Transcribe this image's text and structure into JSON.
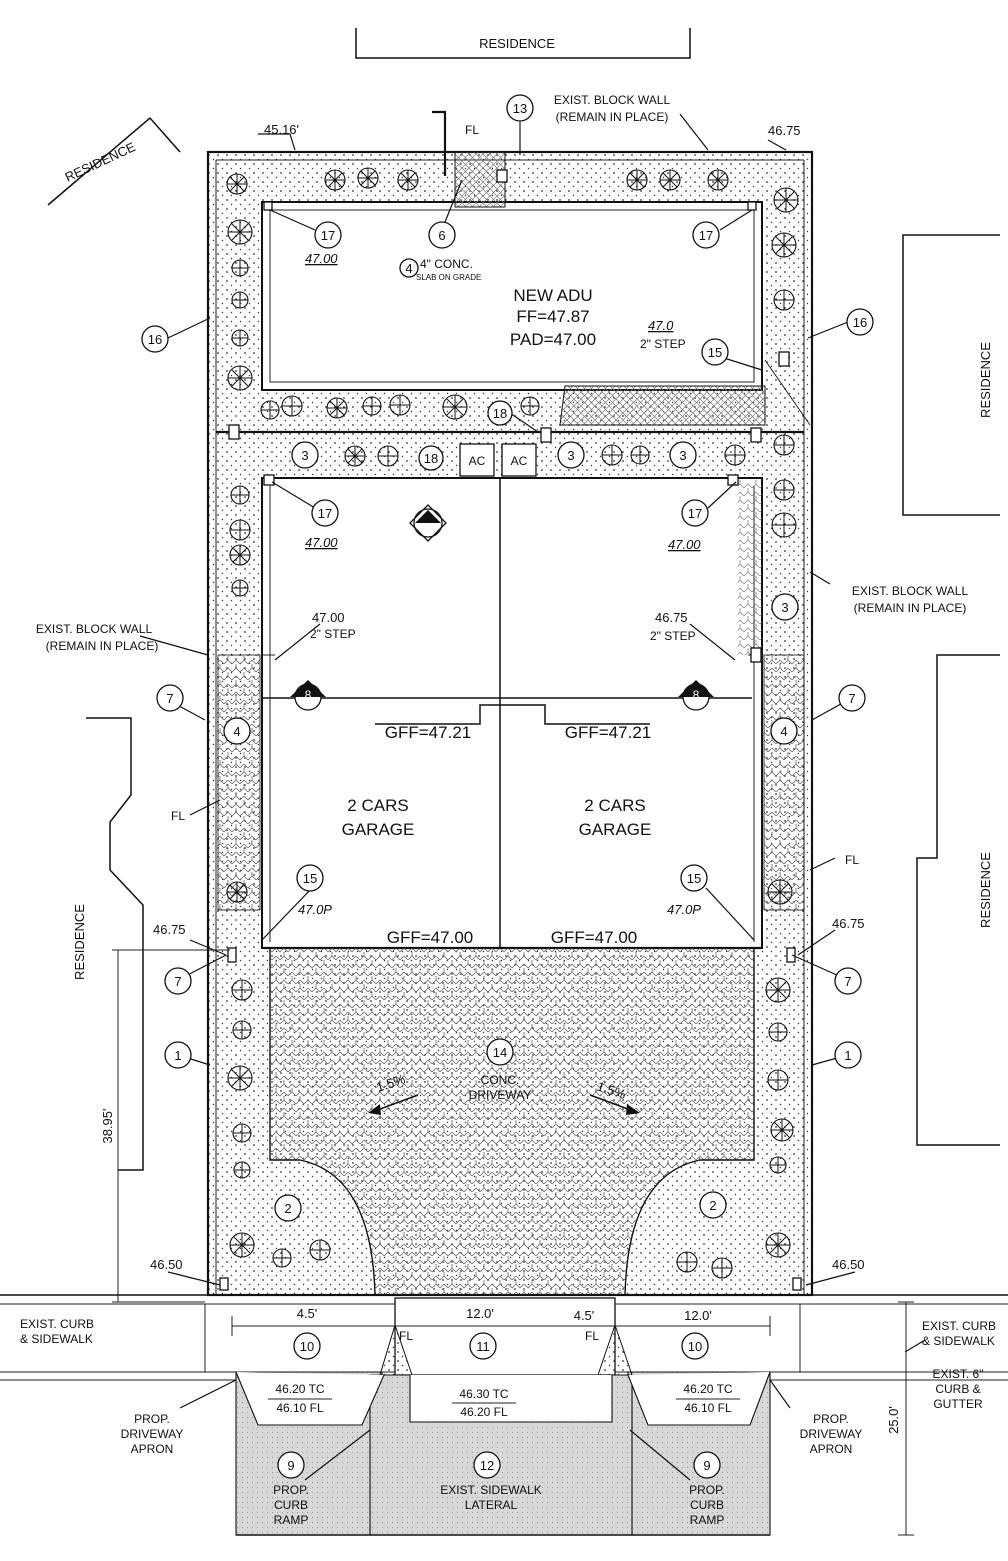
{
  "labels": {
    "residence_top": "RESIDENCE",
    "residence_topleft": "RESIDENCE",
    "residence_right_upper": "RESIDENCE",
    "residence_right_lower": "RESIDENCE",
    "residence_left": "RESIDENCE",
    "exist_block_wall_top_1": "EXIST. BLOCK WALL",
    "exist_block_wall_top_2": "(REMAIN IN PLACE)",
    "exist_block_wall_left_1": "EXIST. BLOCK WALL",
    "exist_block_wall_left_2": "(REMAIN IN PLACE)",
    "exist_block_wall_right_1": "EXIST. BLOCK WALL",
    "exist_block_wall_right_2": "(REMAIN IN PLACE)",
    "fl_top": "FL",
    "fl_left": "FL",
    "fl_right": "FL",
    "fl_apron_left": "FL",
    "fl_apron_right": "FL",
    "elev_top_left": "45.16'",
    "elev_top_right": "46.75",
    "adu_title": "NEW ADU",
    "adu_ff": "FF=47.87",
    "adu_pad": "PAD=47.00",
    "slab_1": "4\" CONC.",
    "slab_2": "SLAB ON GRADE",
    "adu_elev_left": "47.00",
    "adu_step_elev": "47.0",
    "adu_step": "2\" STEP",
    "ac_1": "AC",
    "ac_2": "AC",
    "garage_elev_left": "47.00",
    "garage_elev_right": "47.00",
    "step_left_elev": "47.00",
    "step_left": "2\" STEP",
    "step_right_elev": "46.75",
    "step_right": "2\" STEP",
    "gff_left_upper": "GFF=47.21",
    "gff_right_upper": "GFF=47.21",
    "garage_left_1": "2 CARS",
    "garage_left_2": "GARAGE",
    "garage_right_1": "2 CARS",
    "garage_right_2": "GARAGE",
    "p_left": "47.0P",
    "p_right": "47.0P",
    "gff_left_lower": "GFF=47.00",
    "gff_right_lower": "GFF=47.00",
    "elev_mid_left": "46.75",
    "elev_mid_right": "46.75",
    "dim_vertical_left": "38.95'",
    "driveway_1": "CONC.",
    "driveway_2": "DRIVEWAY",
    "slope_left": "1.5%",
    "slope_right": "1.5%",
    "elev_bottom_left": "46.50",
    "elev_bottom_right": "46.50",
    "curb_left_1": "EXIST. CURB",
    "curb_left_2": "& SIDEWALK",
    "curb_right_1": "EXIST. CURB",
    "curb_right_2": "& SIDEWALK",
    "dim_45_left": "4.5'",
    "dim_12_left": "12.0'",
    "dim_45_right": "4.5'",
    "dim_12_right": "12.0'",
    "tc_left": "46.20 TC",
    "fl_left_val": "46.10 FL",
    "tc_mid": "46.30 TC",
    "fl_mid_val": "46.20 FL",
    "tc_right": "46.20 TC",
    "fl_right_val": "46.10 FL",
    "apron_left_1": "PROP.",
    "apron_left_2": "DRIVEWAY",
    "apron_left_3": "APRON",
    "apron_right_1": "PROP.",
    "apron_right_2": "DRIVEWAY",
    "apron_right_3": "APRON",
    "gutter_1": "EXIST. 6\"",
    "gutter_2": "CURB &",
    "gutter_3": "GUTTER",
    "dim_25": "25.0'",
    "ramp_left_1": "PROP.",
    "ramp_left_2": "CURB",
    "ramp_left_3": "RAMP",
    "ramp_right_1": "PROP.",
    "ramp_right_2": "CURB",
    "ramp_right_3": "RAMP",
    "lateral_1": "EXIST. SIDEWALK",
    "lateral_2": "LATERAL"
  },
  "callouts": {
    "c13": "13",
    "c6": "6",
    "c17a": "17",
    "c17b": "17",
    "c4a": "4",
    "c16a": "16",
    "c16b": "16",
    "c15a": "15",
    "c18a": "18",
    "c18b": "18",
    "c3a": "3",
    "c3b": "3",
    "c3c": "3",
    "c3d": "3",
    "c17c": "17",
    "c17d": "17",
    "c8a": "8",
    "c8b": "8",
    "c7a": "7",
    "c7b": "7",
    "c7c": "7",
    "c7d": "7",
    "c4b": "4",
    "c4c": "4",
    "c15b": "15",
    "c15c": "15",
    "c14": "14",
    "c1a": "1",
    "c1b": "1",
    "c2a": "2",
    "c2b": "2",
    "c10a": "10",
    "c10b": "10",
    "c11": "11",
    "c9a": "9",
    "c9b": "9",
    "c12": "12"
  }
}
